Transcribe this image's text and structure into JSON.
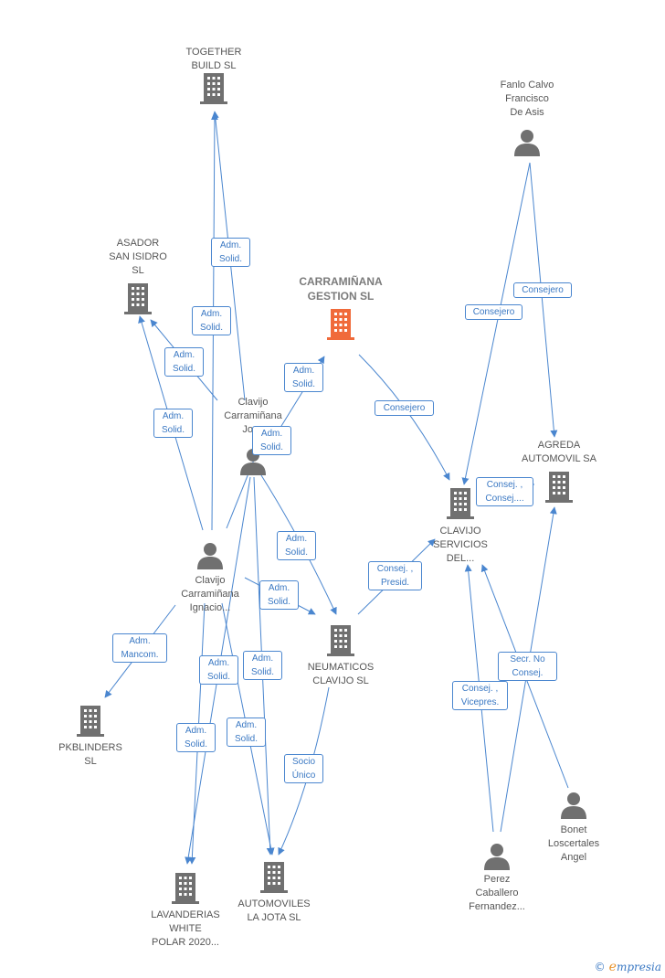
{
  "colors": {
    "edge": "#4a86cf",
    "icon": "#707070",
    "main_icon": "#f06a3a"
  },
  "nodes": {
    "together_build": {
      "label": "TOGETHER\nBUILD  SL",
      "icon": "building-icon"
    },
    "fanlo_calvo": {
      "label": "Fanlo Calvo\nFrancisco\nDe Asis",
      "icon": "person-icon"
    },
    "asador_san_isidro": {
      "label": "ASADOR\nSAN ISIDRO\nSL",
      "icon": "building-icon"
    },
    "carraminana_gestion": {
      "label": "CARRAMIÑANA\nGESTION  SL",
      "icon": "building-icon"
    },
    "clavijo_jose": {
      "label": "Clavijo\nCarramiñana\nJose",
      "icon": "person-icon"
    },
    "agreda_automovil": {
      "label": "AGREDA\nAUTOMOVIL SA",
      "icon": "building-icon"
    },
    "clavijo_servicios": {
      "label": "CLAVIJO\nSERVICIOS\nDEL...",
      "icon": "building-icon"
    },
    "clavijo_ignacio": {
      "label": "Clavijo\nCarramiñana\nIgnacio...",
      "icon": "person-icon"
    },
    "neumaticos_clavijo": {
      "label": "NEUMATICOS\nCLAVIJO SL",
      "icon": "building-icon"
    },
    "pkblinders": {
      "label": "PKBLINDERS\nSL",
      "icon": "building-icon"
    },
    "bonet_loscertales": {
      "label": "Bonet\nLoscertales\nAngel",
      "icon": "person-icon"
    },
    "lavanderias_white": {
      "label": "LAVANDERIAS\nWHITE\nPOLAR 2020...",
      "icon": "building-icon"
    },
    "automoviles_la_jota": {
      "label": "AUTOMOVILES\nLA JOTA SL",
      "icon": "building-icon"
    },
    "perez_caballero": {
      "label": "Perez\nCaballero\nFernandez...",
      "icon": "person-icon"
    }
  },
  "relations": [
    {
      "label": "Adm.\nSolid."
    },
    {
      "label": "Adm.\nSolid."
    },
    {
      "label": "Adm.\nSolid."
    },
    {
      "label": "Adm.\nSolid."
    },
    {
      "label": "Adm.\nSolid."
    },
    {
      "label": "Adm.\nSolid."
    },
    {
      "label": "Consejero"
    },
    {
      "label": "Consejero"
    },
    {
      "label": "Consejero"
    },
    {
      "label": "Consej. ,\nConsej...."
    },
    {
      "label": "Adm.\nSolid."
    },
    {
      "label": "Consej. ,\nPresid."
    },
    {
      "label": "Adm.\nSolid."
    },
    {
      "label": "Adm.\nMancom."
    },
    {
      "label": "Adm.\nSolid."
    },
    {
      "label": "Adm.\nSolid."
    },
    {
      "label": "Adm.\nSolid."
    },
    {
      "label": "Adm.\nSolid."
    },
    {
      "label": "Socio\nÚnico"
    },
    {
      "label": "Consej. ,\nVicepres."
    },
    {
      "label": "Secr.  No\nConsej."
    }
  ],
  "footer": {
    "copyright": "©",
    "brand_e": "e",
    "brand_rest": "mpresia"
  }
}
